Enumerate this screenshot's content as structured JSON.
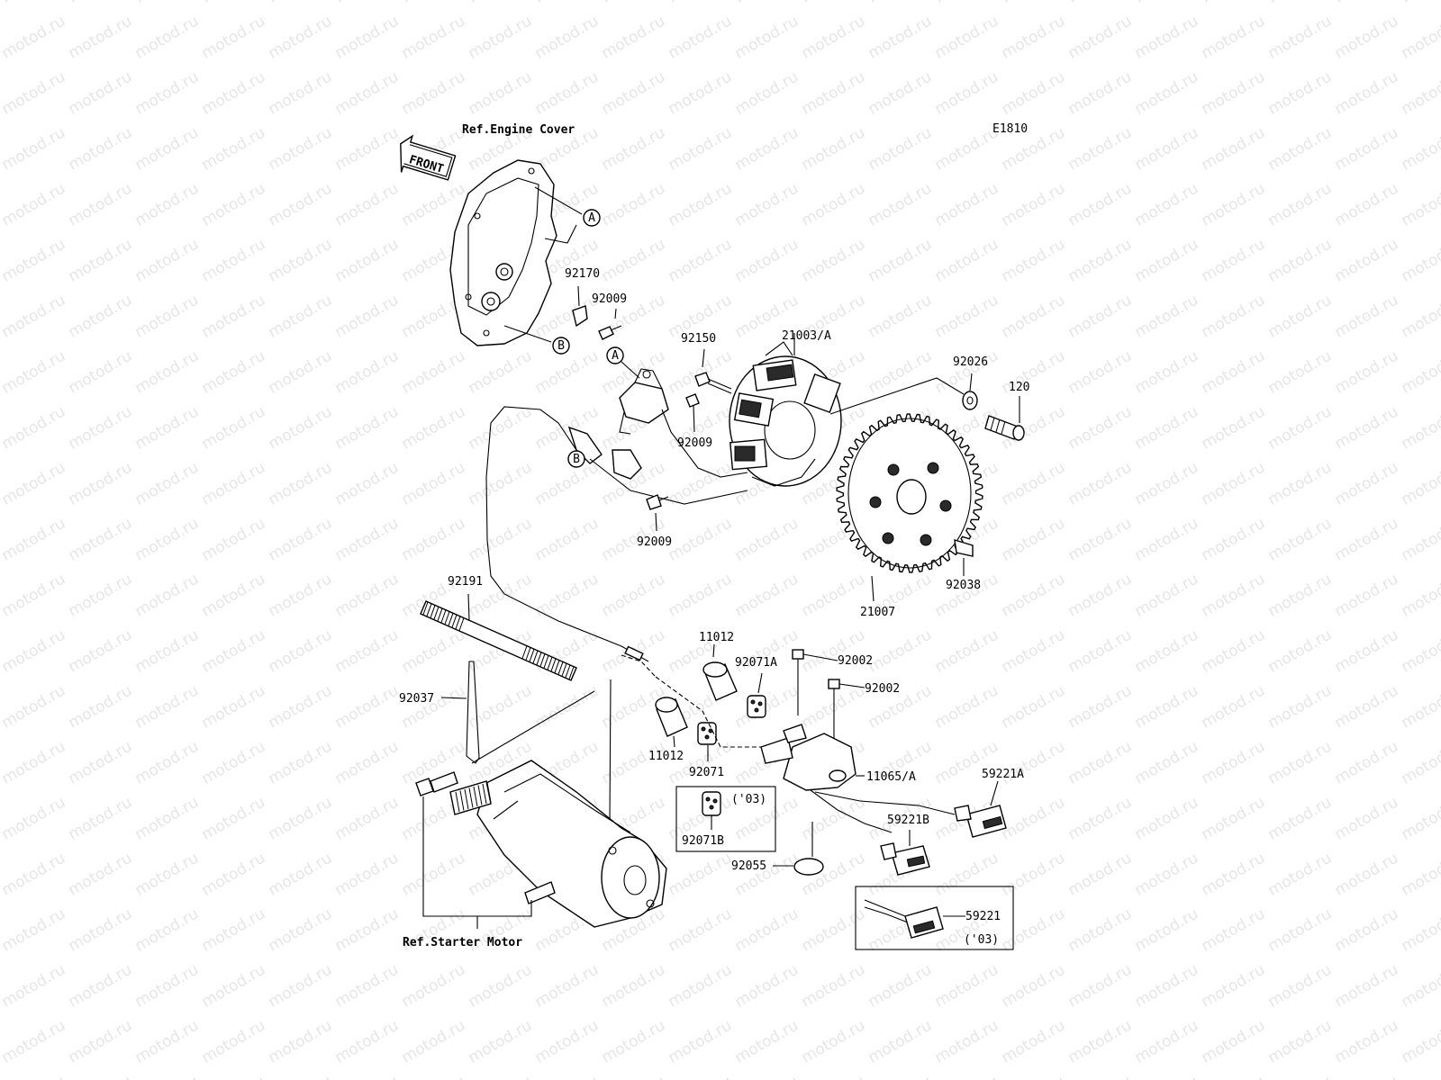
{
  "watermark": "motod.ru",
  "diagram_code": "E1810",
  "front_label": "FRONT",
  "refs": {
    "engine_cover": "Ref.Engine Cover",
    "starter_motor": "Ref.Starter Motor"
  },
  "callouts": {
    "a": "A",
    "b": "B"
  },
  "parts": {
    "p92170": "92170",
    "p92009_top": "92009",
    "p92150": "92150",
    "p21003": "21003/A",
    "p92026": "92026",
    "p120": "120",
    "p92009_mid": "92009",
    "p92009_low": "92009",
    "p92038": "92038",
    "p21007": "21007",
    "p92191": "92191",
    "p11012_top": "11012",
    "p92071A": "92071A",
    "p92002_a": "92002",
    "p92002_b": "92002",
    "p92037": "92037",
    "p11012_low": "11012",
    "p92071": "92071",
    "p11065": "11065/A",
    "p59221A": "59221A",
    "p92071B_year": "('03)",
    "p92071B": "92071B",
    "p59221B": "59221B",
    "p92055": "92055",
    "p59221": "59221",
    "p59221_year": "('03)"
  }
}
